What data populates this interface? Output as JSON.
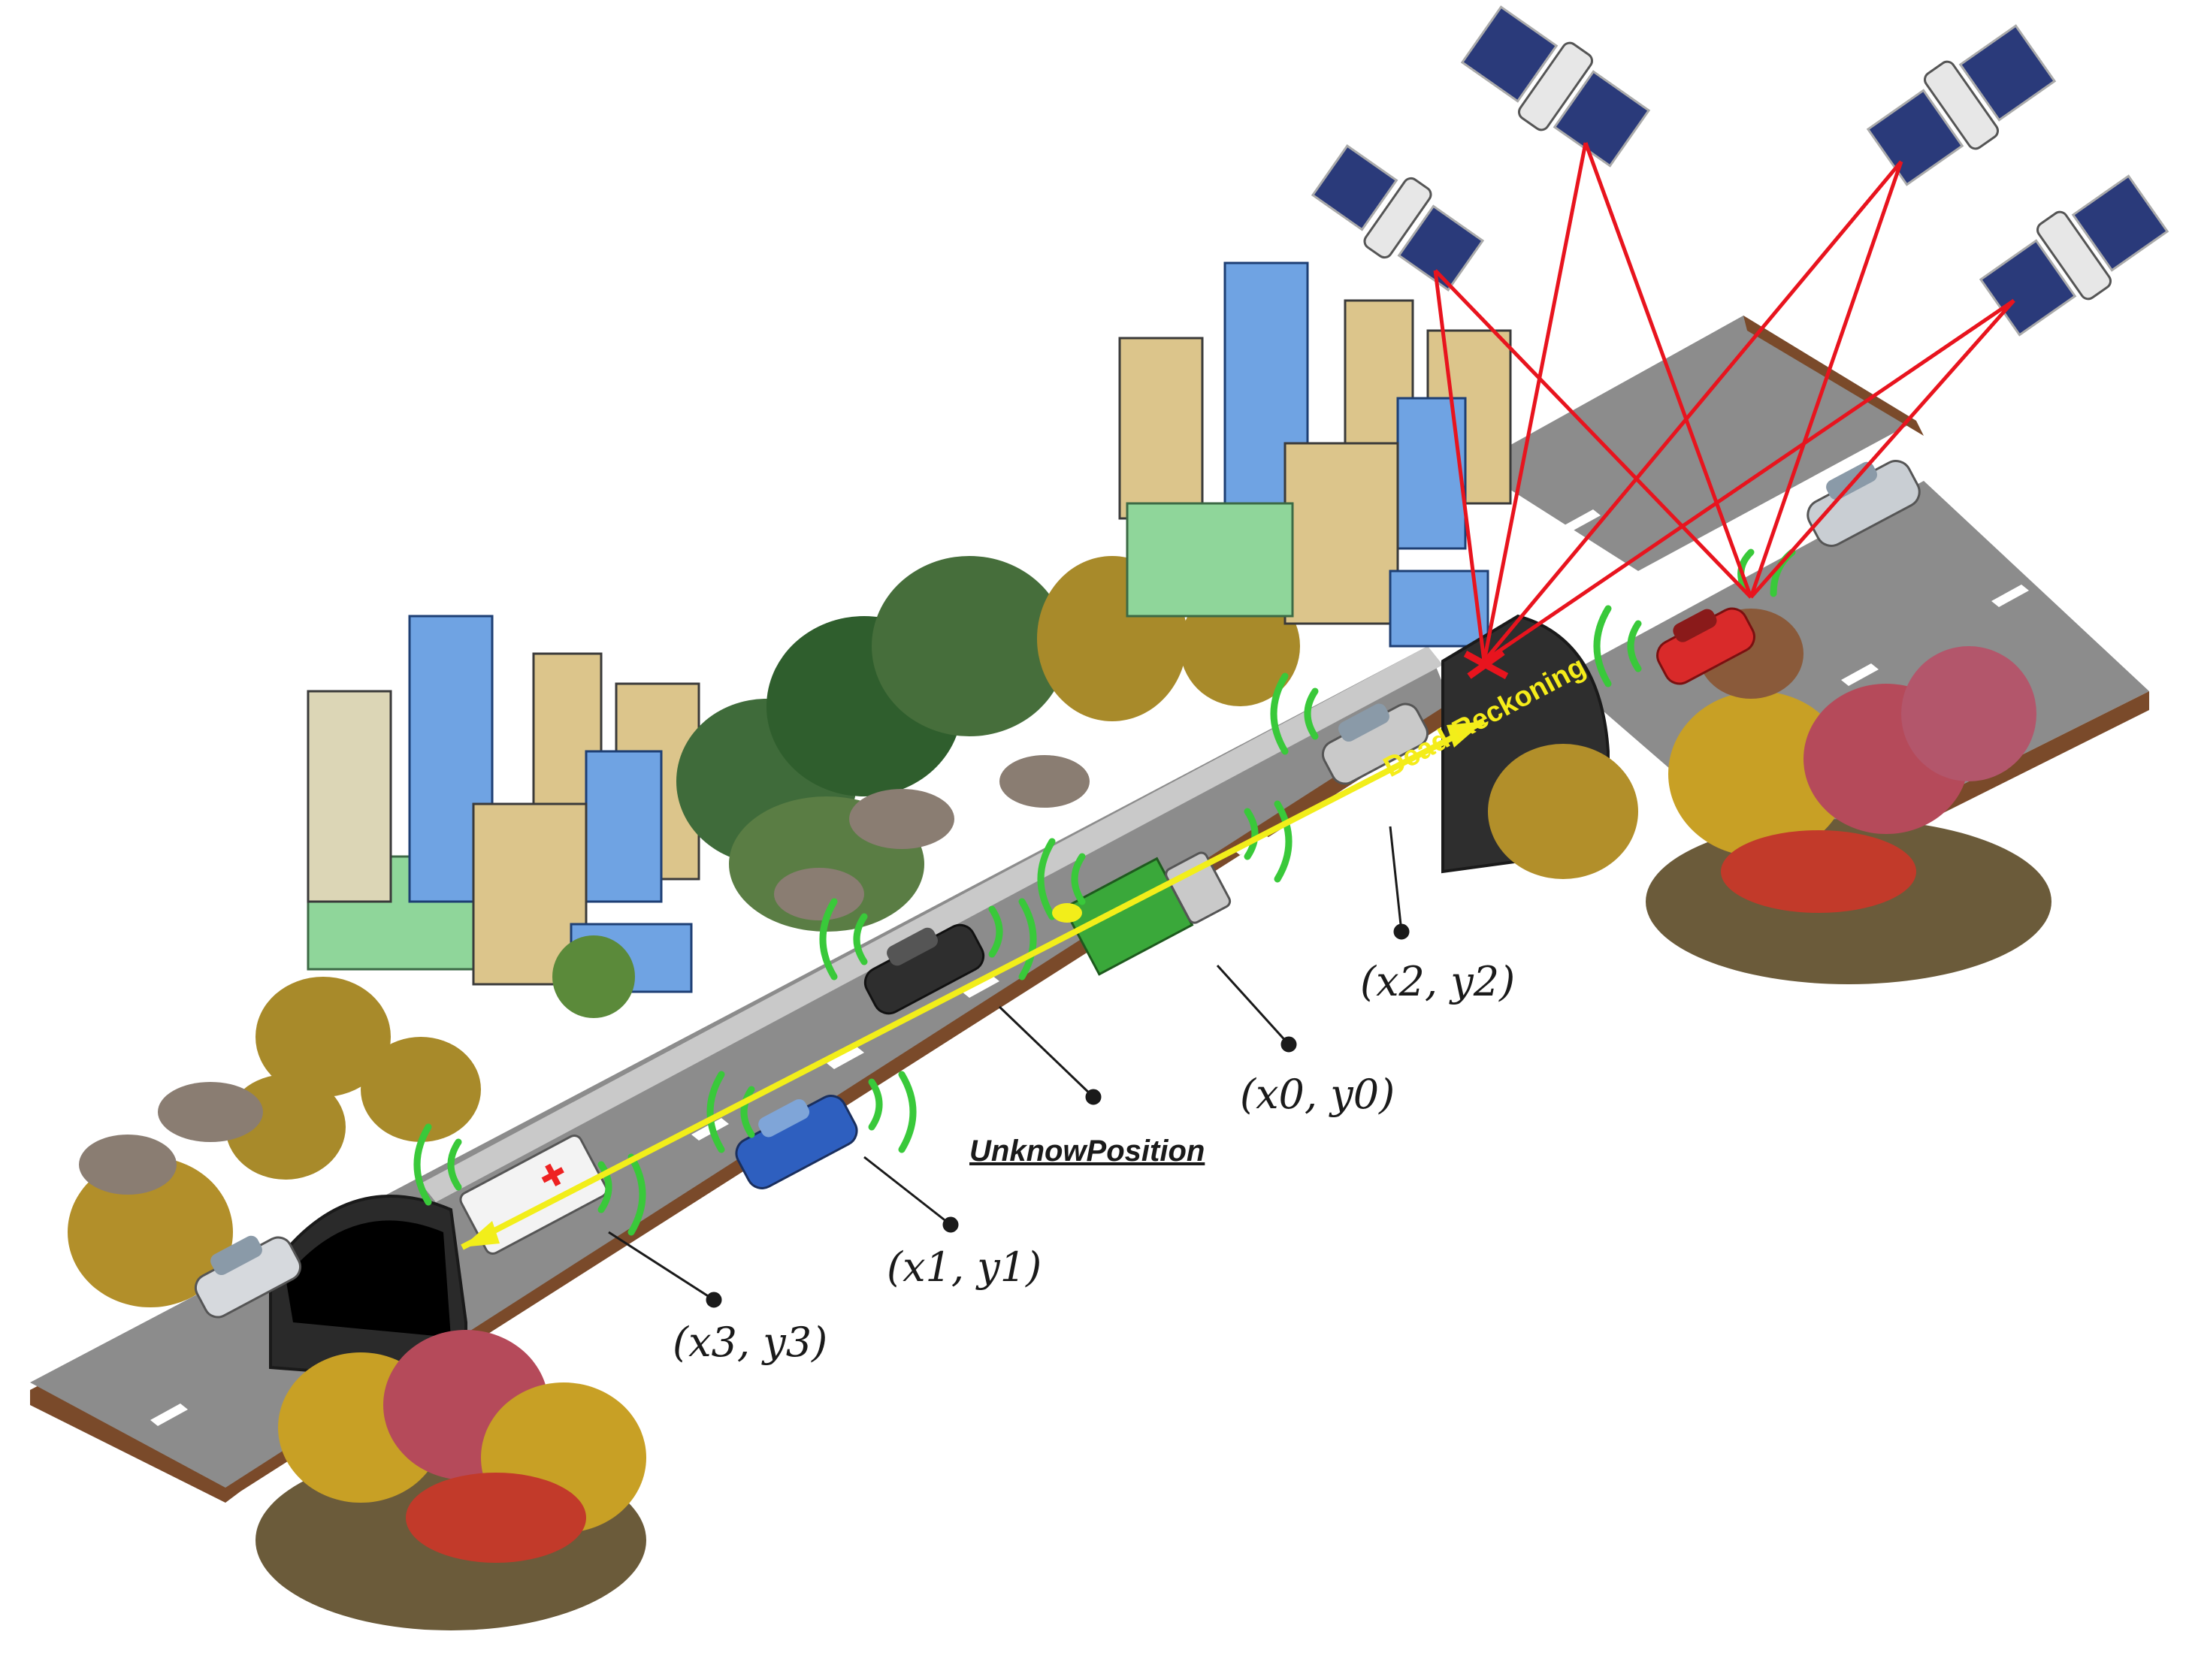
{
  "labels": {
    "dead_reckoning": "Dead Reckoning",
    "unknown_position": "UnknowPosition",
    "p0": "(x0, y0)",
    "p1": "(x1, y1)",
    "p2": "(x2, y2)",
    "p3": "(x3, y3)"
  },
  "colors": {
    "gnss_signal": "#e8141e",
    "dead_reckoning_path": "#f2ee1a",
    "v2v_signal": "#39c93a",
    "road": "#8a8a8a",
    "road_edge": "#7a4a2a"
  },
  "icons": {
    "satellite": "satellite-icon",
    "tunnel": "tunnel-icon",
    "vehicle": "car-icon",
    "building": "building-icon",
    "tree": "tree-icon"
  }
}
